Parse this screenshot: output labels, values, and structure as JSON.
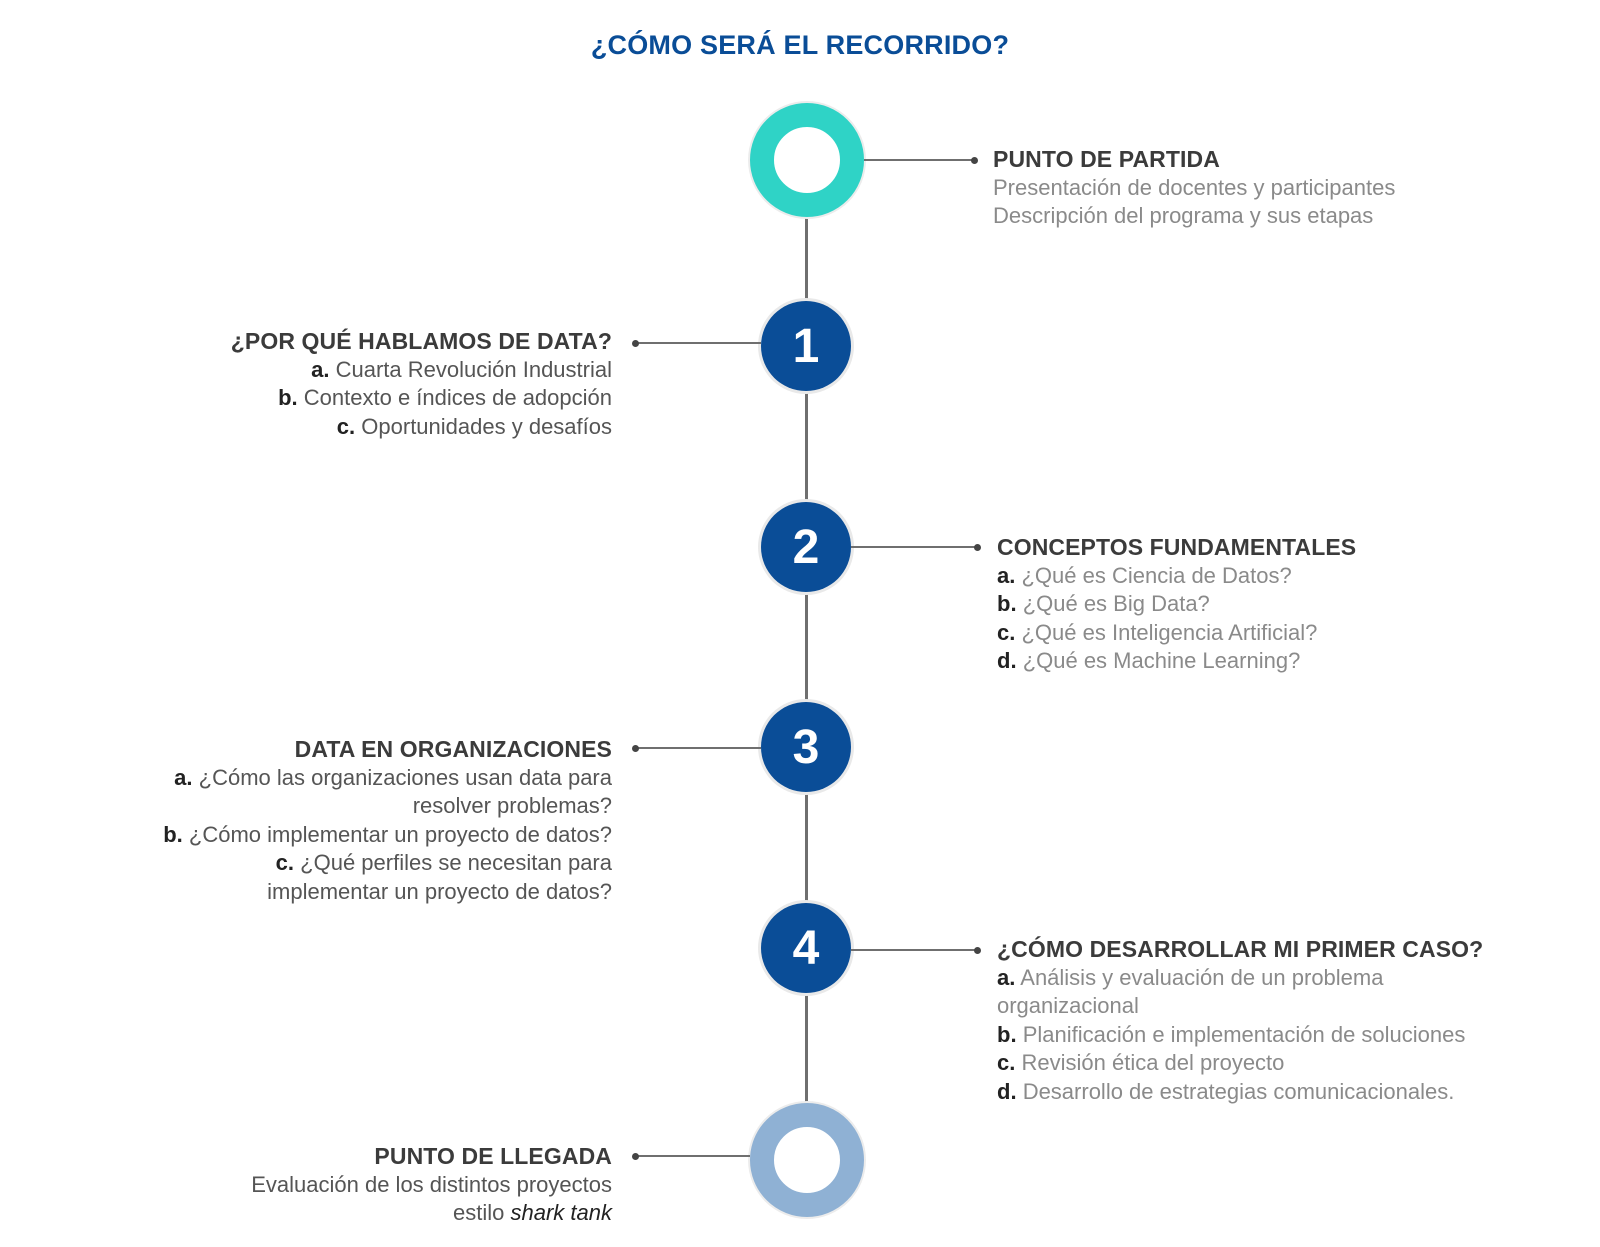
{
  "title": "¿CÓMO SERÁ EL RECORRIDO?",
  "start": {
    "heading": "PUNTO DE PARTIDA",
    "lines": [
      "Presentación de docentes y participantes",
      "Descripción del programa y sus etapas"
    ]
  },
  "step1": {
    "number": "1",
    "heading": "¿POR QUÉ HABLAMOS DE DATA?",
    "items": [
      {
        "label": "a.",
        "text": "Cuarta Revolución Industrial"
      },
      {
        "label": "b.",
        "text": "Contexto e índices de adopción"
      },
      {
        "label": "c.",
        "text": "Oportunidades y desafíos"
      }
    ]
  },
  "step2": {
    "number": "2",
    "heading": "CONCEPTOS FUNDAMENTALES",
    "items": [
      {
        "label": "a.",
        "text": "¿Qué es Ciencia de Datos?"
      },
      {
        "label": "b.",
        "text": "¿Qué es Big Data?"
      },
      {
        "label": "c.",
        "text": "¿Qué es Inteligencia Artificial?"
      },
      {
        "label": "d.",
        "text": "¿Qué es Machine Learning?"
      }
    ]
  },
  "step3": {
    "number": "3",
    "heading": "DATA EN ORGANIZACIONES",
    "a_label": "a.",
    "a_text": "¿Cómo las organizaciones usan data para",
    "a_cont": "resolver problemas?",
    "b_label": "b.",
    "b_text": "¿Cómo implementar un proyecto de datos?",
    "c_label": "c.",
    "c_text": "¿Qué perfiles se necesitan para",
    "c_cont": "implementar un proyecto de datos?"
  },
  "step4": {
    "number": "4",
    "heading": "¿CÓMO DESARROLLAR MI PRIMER CASO?",
    "a_label": "a.",
    "a_text": "Análisis y evaluación de un problema",
    "a_cont": "organizacional",
    "b_label": "b.",
    "b_text": "Planificación e implementación de soluciones",
    "c_label": "c.",
    "c_text": "Revisión ética del proyecto",
    "d_label": "d.",
    "d_text": "Desarrollo de estrategias comunicacionales."
  },
  "end": {
    "heading": "PUNTO DE LLEGADA",
    "line1": "Evaluación de los distintos proyectos",
    "line2_plain": "estilo ",
    "line2_italic": "shark tank"
  },
  "colors": {
    "title": "#0a4d97",
    "start_ring": "#2fd3c6",
    "number_circle": "#0a4d97",
    "end_ring": "#8fb1d4",
    "spine": "#6f6f6f"
  }
}
